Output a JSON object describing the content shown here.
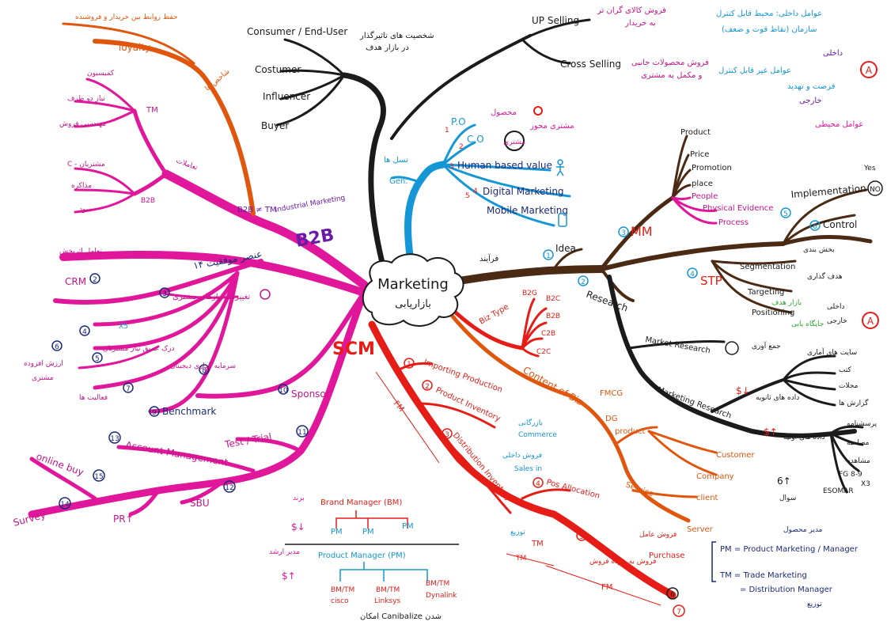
{
  "center": {
    "title": "Marketing",
    "subtitle": "بازاریابی"
  },
  "colors": {
    "black": "#1b1b1b",
    "blue": "#1596d6",
    "brown": "#4a2a12",
    "red": "#e51d16",
    "orange": "#e0560d",
    "magenta": "#e0179a",
    "pink_label": "#c51588",
    "navy": "#1b2a78",
    "purple": "#6a1aa8",
    "green": "#2aa532"
  },
  "top_left": {
    "consumer": "Consumer / End-User",
    "costumer": "Costumer",
    "influencer": "Influencer",
    "buyer": "Buyer",
    "segment_note": "شخصیت های تاثیرگذار",
    "segment_note2": "در بازار هدف"
  },
  "top_right": {
    "up_selling": "UP Selling",
    "up_note": "فروش کالای گران تر",
    "up_note2": "به خریدار",
    "cross_selling": "Cross Selling",
    "cross_note": "فروش محصولات جانبی",
    "cross_note2": "و مکمل به مشتری"
  },
  "note_a": {
    "line1": "عوامل داخلی: محیط قابل کنترل",
    "line2": "سازمان (نقاط قوت و ضعف)",
    "internal": "داخلی",
    "external": "خارجی",
    "line3": "عوامل غیر قابل کنترل",
    "line4": "فرصت و تهدید",
    "circle_a": "A",
    "bottom": "عوامل محیطی"
  },
  "blue": {
    "po": "P.O",
    "co": "C.O",
    "human": "Human based value",
    "digital": "Digital Marketing",
    "mobile": "Mobile Marketing",
    "gen": "Gen.",
    "n1": "1",
    "n2": "2",
    "n3": "3",
    "n4": "4",
    "n5": "5",
    "note_gen": "نسل ها",
    "note_product": "محصول",
    "note_customer": "مشتری",
    "note_c": "مشتری محور"
  },
  "mm": {
    "idea": "Idea",
    "idea_note": "فرآیند",
    "mm": "MM",
    "n_mm": "3",
    "n_idea": "1",
    "research": "Research",
    "n_research": "2",
    "product": "Product",
    "price": "Price",
    "promotion": "Promotion",
    "place": "place",
    "people": "People",
    "physical": "Physical Evidence",
    "process": "Process",
    "implementation": "Implementation",
    "yes": "Yes",
    "no": "NO",
    "n_impl": "5",
    "control": "Control",
    "n_control": "6",
    "stp": "STP",
    "n_stp": "4",
    "segmentation": "Segmentation",
    "targeting": "Targeting",
    "positioning": "Positioning",
    "seg_note": "بخش بندی",
    "seg_note2": "هدف گذاری",
    "pos_note": "جایگاه یابی",
    "pos_note2": "بازار هدف",
    "circle_a": "A",
    "a_note": "داخلی",
    "a_note2": "خارجی"
  },
  "research": {
    "market_research": "Market Research",
    "mr_note": "جمع آوری",
    "marketing_research": "Marketing Research",
    "dollar1": "$↓",
    "dollar2": "$↑",
    "note1": "داده های ثانویه",
    "note2": "داده های اولیه",
    "n1": "سایت های آماری",
    "n2": "کتب",
    "n3": "مجلات",
    "n4": "گزارش ها",
    "n5": "پرسشنامه",
    "n6": "مصاحبه",
    "n7": "مشاهده",
    "fg": "FG 8-9",
    "x3": "X3",
    "esomar": "ESOMAR",
    "six": "6↑",
    "six_note": "سوال"
  },
  "biz": {
    "biz_type": "Biz Type",
    "b2g": "B2G",
    "b2c": "B2C",
    "b2b": "B2B",
    "c2b": "C2B",
    "c2c": "C2C",
    "content": "Content of Biz",
    "fmcg": "FMCG",
    "dg": "DG",
    "product": "product",
    "customer": "Customer",
    "company": "Company",
    "service": "Service",
    "client": "client",
    "server": "Server"
  },
  "scm": {
    "scm": "SCM",
    "importing": "Importing Production",
    "product_inventory": "Product Inventory",
    "distribution": "Distribution Inventory",
    "pos": "Pos Allocation",
    "fm": "FM",
    "tm": "TM",
    "purchase": "Purchase",
    "commerce": "Commerce",
    "sales_in": "Sales in",
    "n1": "1",
    "n2": "2",
    "n3": "3",
    "n4": "4",
    "n5": "5",
    "n6": "6",
    "n7": "7",
    "note_commerce": "بازرگانی",
    "note_sales": "فروش داخلی",
    "note_dist": "توزیع",
    "note_retail": "فروش به خرده فروش",
    "note_agent": "فروش عامل",
    "n_fm": "FM",
    "tm_bottom": "TM"
  },
  "brand": {
    "bm": "Brand Manager (BM)",
    "pm1": "PM",
    "pm2": "PM",
    "pm3": "PM",
    "pm_long": "Product Manager (PM)",
    "bmtm1": "BM/TM",
    "bmtm2": "BM/TM",
    "bmtm3": "BM/TM",
    "cisco": "cisco",
    "linksys": "Linksys",
    "dynalink": "Dynalink",
    "cannibalize": "امکان Canibalize شدن",
    "dollar_down": "$↓",
    "dollar_up": "$↑",
    "note_bm": "برند",
    "note_pm": "مدیر ارشد"
  },
  "legend": {
    "pm": "PM = Product Marketing / Manager",
    "tm": "TM = Trade Marketing",
    "tm2": "= Distribution Manager",
    "note": "مدیر محصول",
    "note2": "توزیع"
  },
  "b2b": {
    "b2b": "B2B",
    "industrial": "B2B ≠ TM",
    "industrial2": "Industrial Marketing",
    "success": "۱۴ عنصر موفقیت",
    "loyalty": "loyalty",
    "loyalty_note": "حفظ روابط بین خریدار و فروشنده",
    "loyalty_note2": "شاخص ها",
    "tm": "TM",
    "tm_note": "کمیسیون",
    "tm_note2": "نیاز دو طرف",
    "tm_note3": "مهندسی فروش",
    "b2b_sub": "B2B",
    "c_note": "C - مشتریان",
    "c_note2": "مذاکره",
    "c_note3": "سود",
    "contracts": "تعاملات",
    "crm": "CRM",
    "n_crm": "2",
    "crm_note": "تعامل اثربخش",
    "change": "تغییرات نیازهای مشتری",
    "change_n": "3",
    "xs": "X5",
    "benchmark": "Benchmark",
    "n_bench": "9",
    "sponsor": "Sponsor",
    "n_sponsor": "10",
    "test": "Test / Trial",
    "n_test": "11",
    "account": "Account Management",
    "n_account": "13",
    "sbu": "SBU",
    "n_sbu": "12",
    "pr": "PR↑",
    "online": "online buy",
    "n_online": "15",
    "survey": "Survey",
    "n_survey": "14",
    "digital": "سرمایه گذاری دیجیتال",
    "n_digital": "8",
    "n_extra": "7",
    "note_a1": "درک عمیق نیاز مشتریان",
    "n4": "4",
    "n5": "5",
    "n6": "6",
    "note_a2": "فعالیت ها",
    "left_note": "ارزش افزوده",
    "left_note2": "مشتری"
  }
}
